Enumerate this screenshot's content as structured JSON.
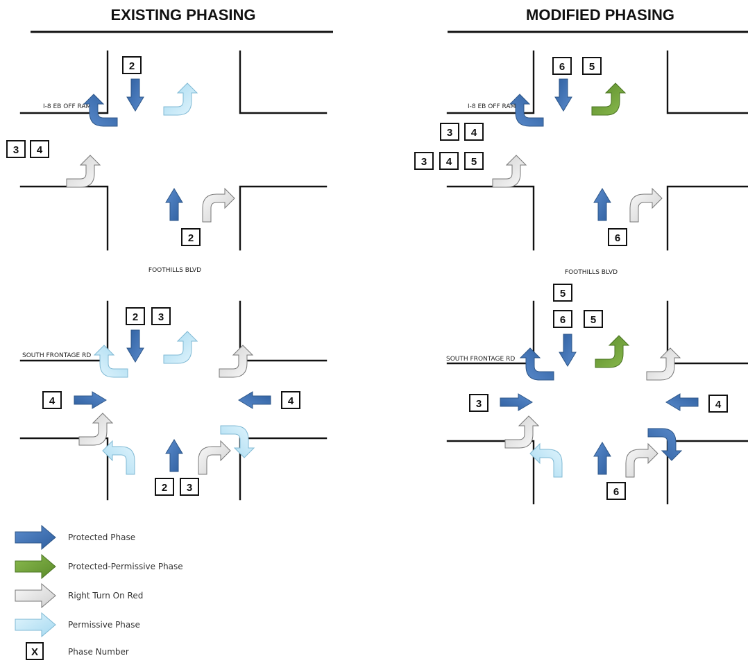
{
  "panels": {
    "existing": {
      "title": "EXISTING PHASING",
      "top_street_label": "I-8 EB OFF RAMP",
      "bottom_street_label": "SOUTH FRONTAGE RD",
      "middle_street_label": "FOOTHILLS BLVD",
      "top_intersection": {
        "sb_phase": [
          "2"
        ],
        "nb_phase": [
          "2"
        ],
        "eb_phase": [
          "3",
          "4"
        ]
      },
      "bottom_intersection": {
        "sb_phase": [
          "2",
          "3"
        ],
        "nb_phase": [
          "2",
          "3"
        ],
        "eb_phase": [
          "4"
        ],
        "wb_phase": [
          "4"
        ]
      }
    },
    "modified": {
      "title": "MODIFIED PHASING",
      "top_street_label": "I-8 EB OFF RAMP",
      "bottom_street_label": "SOUTH FRONTAGE RD",
      "middle_street_label": "FOOTHILLS BLVD",
      "top_intersection": {
        "sb_through_phase": [
          "6"
        ],
        "sb_left_phase": [
          "5"
        ],
        "nb_phase": [
          "6"
        ],
        "eb_left_phase": [
          "3",
          "4"
        ],
        "eb_right_phase": [
          "3",
          "4",
          "5"
        ]
      },
      "bottom_intersection": {
        "sb_through_phase": [
          "5",
          "6"
        ],
        "sb_left_phase": [
          "5"
        ],
        "nb_phase": [
          "6"
        ],
        "eb_phase": [
          "3"
        ],
        "wb_phase": [
          "4"
        ]
      }
    }
  },
  "legend": {
    "items": [
      {
        "label": "Protected Phase",
        "color": "#3f72b5",
        "icon": "protected-phase-arrow-icon"
      },
      {
        "label": "Protected-Permissive Phase",
        "color": "#6e9e3a",
        "icon": "protected-permissive-phase-arrow-icon"
      },
      {
        "label": "Right Turn On Red",
        "color": "#e7e7e7",
        "icon": "right-turn-on-red-arrow-icon"
      },
      {
        "label": "Permissive Phase",
        "color": "#bfe6f6",
        "icon": "permissive-phase-arrow-icon"
      }
    ],
    "phase_number_symbol": "X",
    "phase_number_label": "Phase Number"
  }
}
